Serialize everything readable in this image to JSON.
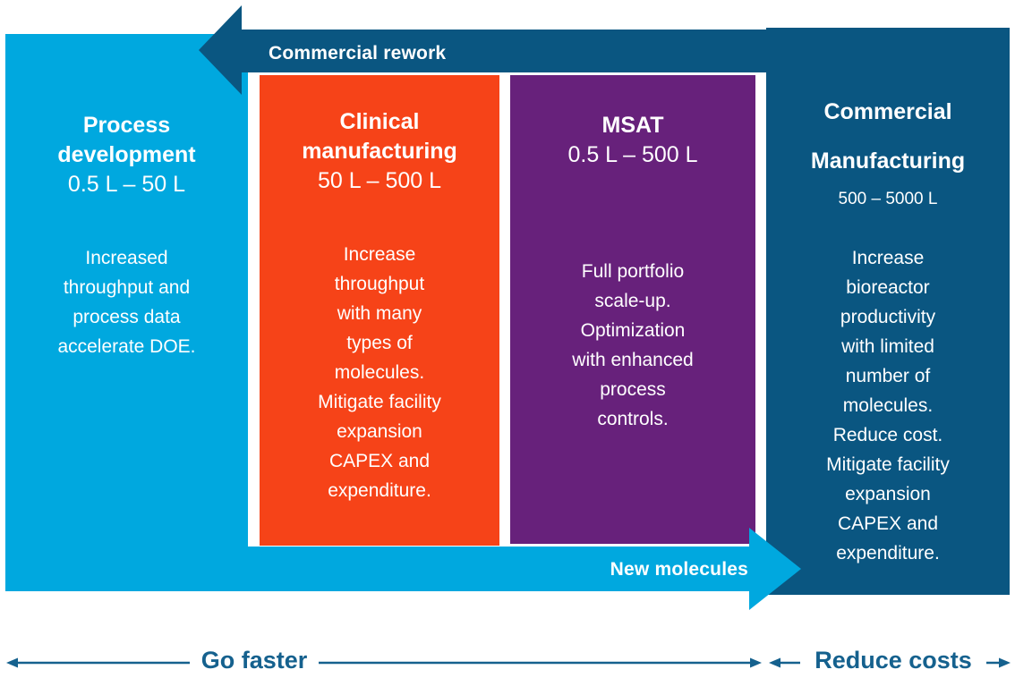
{
  "diagram": {
    "top_arrow": {
      "label": "Commercial rework",
      "direction": "left"
    },
    "bottom_arrow": {
      "label": "New molecules",
      "direction": "right"
    },
    "columns": [
      {
        "title": "Process development",
        "range": "0.5 L – 50 L",
        "description": "Increased throughput and process data accelerate DOE."
      },
      {
        "title": "Clinical manufacturing",
        "range": "50 L – 500 L",
        "description": "Increase throughput with many types of molecules. Mitigate facility expansion CAPEX and expenditure."
      },
      {
        "title": "MSAT",
        "range": "0.5 L – 500 L",
        "description": "Full portfolio scale-up. Optimization with enhanced process controls."
      },
      {
        "title_line1": "Commercial",
        "title_line2": "Manufacturing",
        "range": "500 – 5000 L",
        "description": "Increase bioreactor productivity with limited number of molecules. Reduce cost. Mitigate facility expansion CAPEX and expenditure."
      }
    ],
    "footer": {
      "left_label": "Go faster",
      "right_label": "Reduce costs"
    },
    "colors": {
      "process_development_blue": "#00A8DF",
      "clinical_manufacturing_orange": "#F64318",
      "msat_purple": "#67217B",
      "commercial_manufacturing_dark_blue": "#0A5681",
      "axis_blue": "#15618E",
      "text_white": "#FFFFFF"
    }
  }
}
